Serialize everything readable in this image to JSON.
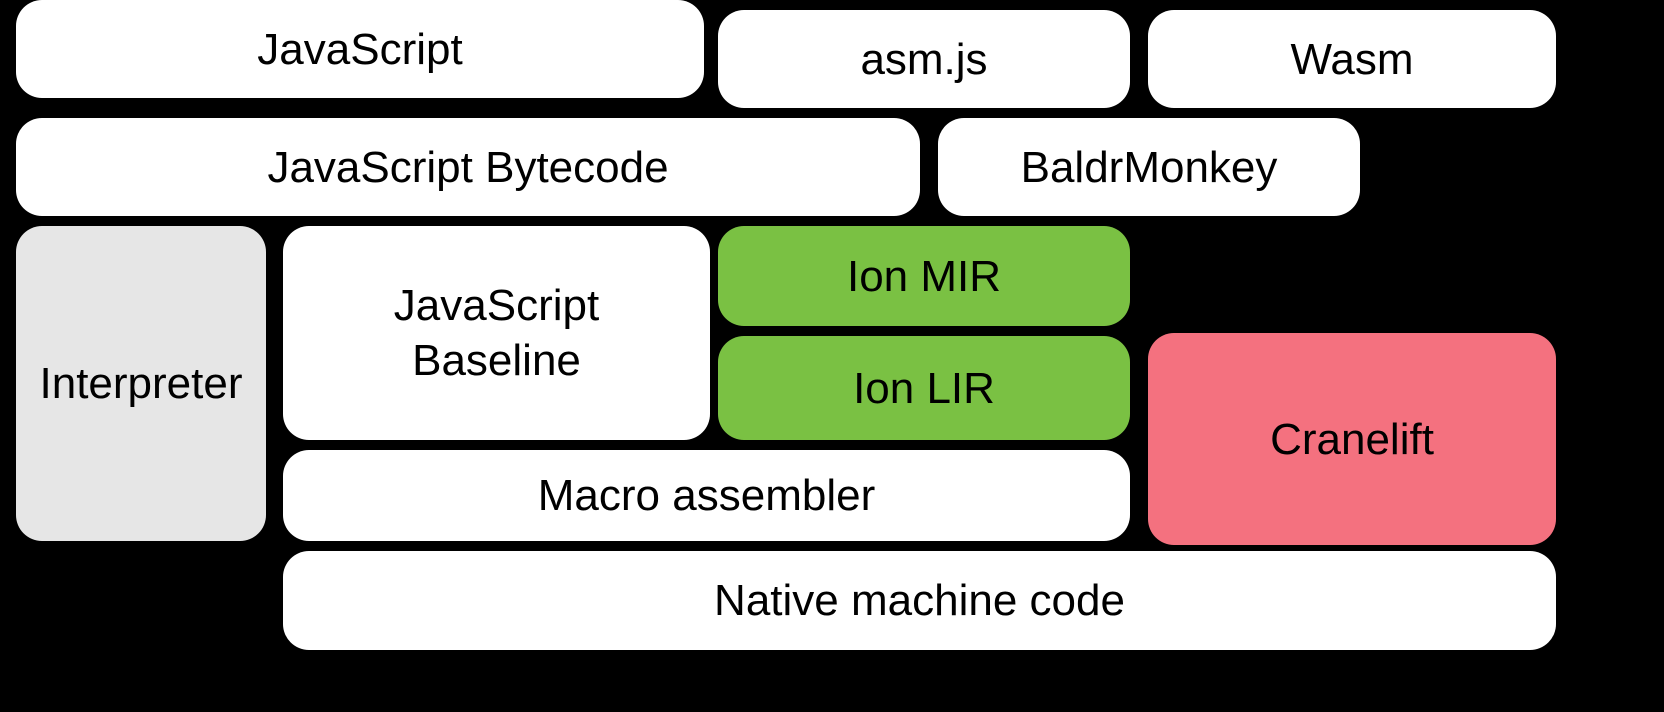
{
  "nodes": {
    "javascript": {
      "label": "JavaScript"
    },
    "asmjs": {
      "label": "asm.js"
    },
    "wasm": {
      "label": "Wasm"
    },
    "bytecode": {
      "label": "JavaScript Bytecode"
    },
    "baldrmonkey": {
      "label": "BaldrMonkey"
    },
    "interpreter": {
      "label": "Interpreter"
    },
    "baseline": {
      "label": "JavaScript Baseline"
    },
    "ion_mir": {
      "label": "Ion MIR"
    },
    "ion_lir": {
      "label": "Ion LIR"
    },
    "cranelift": {
      "label": "Cranelift"
    },
    "macro_assembler": {
      "label": "Macro assembler"
    },
    "native": {
      "label": "Native machine code"
    }
  },
  "colors": {
    "background": "#000000",
    "box_white": "#ffffff",
    "box_gray": "#e6e6e6",
    "box_green": "#7ac143",
    "box_pink": "#f4717f",
    "text": "#000000"
  }
}
